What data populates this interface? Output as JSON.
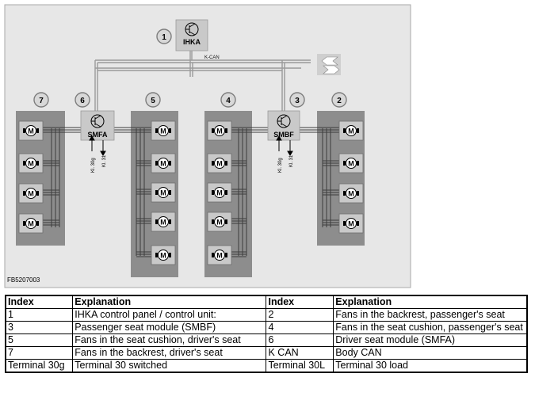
{
  "diagram": {
    "figure_code": "FB5207003",
    "bus_label": "K-CAN",
    "units": {
      "ihka": {
        "index": "1",
        "label": "IHKA"
      },
      "smfa": {
        "index": "6",
        "label": "SMFA"
      },
      "smbf": {
        "index": "3",
        "label": "SMBF"
      }
    },
    "terminal_labels": {
      "smfa_a": "Kl. 30g",
      "smfa_b": "Kl. 31",
      "smbf_a": "Kl. 30g",
      "smbf_b": "Kl. 31"
    },
    "motor_symbol": "M",
    "fan_groups": [
      {
        "index": "7",
        "motor_count": 4
      },
      {
        "index": "5",
        "motor_count": 5
      },
      {
        "index": "4",
        "motor_count": 5
      },
      {
        "index": "2",
        "motor_count": 4
      }
    ],
    "colors": {
      "background": "#e7e7e7",
      "panel": "#8d8d8d",
      "unit_box": "#c9c9c9"
    }
  },
  "legend": {
    "headers": [
      "Index",
      "Explanation",
      "Index",
      "Explanation"
    ],
    "rows": [
      [
        "1",
        "IHKA control panel / control unit:",
        "2",
        "Fans in the backrest, passenger's seat"
      ],
      [
        "3",
        "Passenger seat module (SMBF)",
        "4",
        "Fans in the seat cushion, passenger's seat"
      ],
      [
        "5",
        "Fans in the seat cushion, driver's seat",
        "6",
        "Driver seat module (SMFA)"
      ],
      [
        "7",
        "Fans in the backrest, driver's seat",
        "K CAN",
        "Body CAN"
      ],
      [
        "Terminal 30g",
        "Terminal 30 switched",
        "Terminal 30L",
        "Terminal 30 load"
      ]
    ]
  }
}
